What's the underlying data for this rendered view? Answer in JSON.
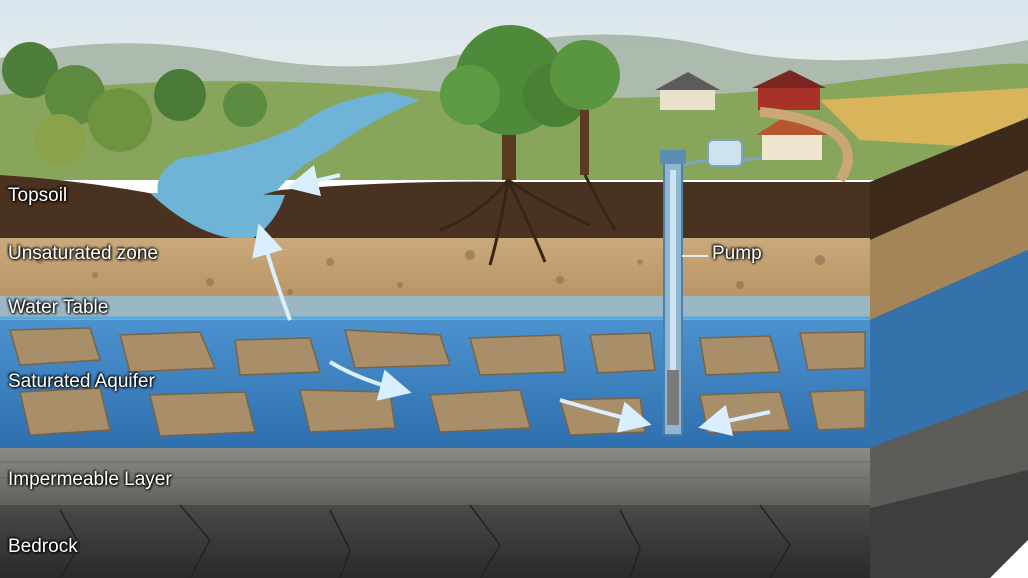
{
  "labels": {
    "topsoil": "Topsoil",
    "unsaturated": "Unsaturated zone",
    "water_table": "Water Table",
    "aquifer": "Saturated Aquifer",
    "impermeable": "Impermeable Layer",
    "bedrock": "Bedrock",
    "pump": "Pump"
  },
  "colors": {
    "sky": "#e6eef2",
    "hills": "#8ea08e",
    "grass": "#7fa24e",
    "river": "#6fb3d6",
    "topsoil": "#4a3220",
    "unsaturated": "#c4a276",
    "water_table": "#5aa8d8",
    "aquifer_water": "#3b7fc0",
    "rock_blocks": "#a88f6a",
    "impermeable": "#7c7b77",
    "bedrock": "#3c3c3c",
    "pump_pipe": "#5c8eb3"
  }
}
